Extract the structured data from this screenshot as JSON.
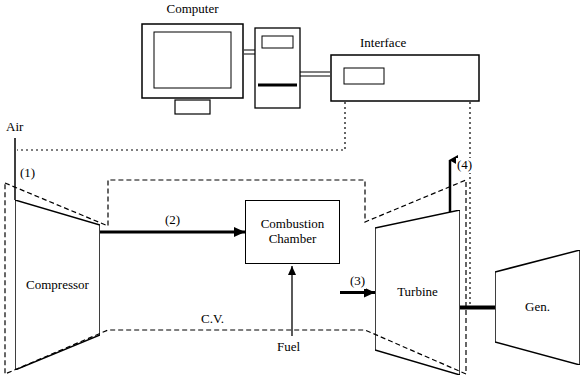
{
  "diagram": {
    "nodes": [
      {
        "text": [
          "Computer"
        ]
      },
      {
        "text": [
          "Interface"
        ]
      },
      {
        "text": [
          "Compressor"
        ]
      },
      {
        "text": [
          "Combustion Chamber"
        ]
      },
      {
        "text": [
          "Turbine"
        ]
      },
      {
        "text": [
          "Gen."
        ]
      }
    ],
    "edges": [
      {
        "from": 2,
        "to": 3,
        "arrow": "to",
        "label": "(2)"
      },
      {
        "from": 3,
        "to": 4,
        "arrow": "to",
        "label": "(3)"
      },
      {
        "from": 4,
        "to": 5,
        "arrow": "none"
      }
    ],
    "labels": [
      "Air",
      "(1)",
      "C.V.",
      "Fuel",
      "(4)"
    ]
  }
}
